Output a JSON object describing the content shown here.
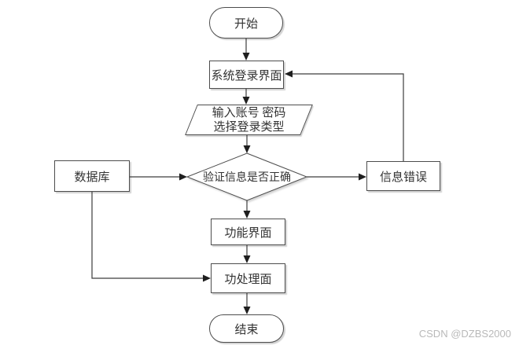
{
  "diagram": {
    "type": "flowchart",
    "nodes": {
      "start": {
        "label": "开始",
        "shape": "terminator"
      },
      "login": {
        "label": "系统登录界面",
        "shape": "process"
      },
      "input": {
        "line1": "输入账号 密码",
        "line2": "选择登录类型",
        "shape": "io-parallelogram"
      },
      "verify": {
        "label": "验证信息是否正确",
        "shape": "decision"
      },
      "database": {
        "label": "数据库",
        "shape": "process"
      },
      "error": {
        "label": "信息错误",
        "shape": "process"
      },
      "function": {
        "label": "功能界面",
        "shape": "process"
      },
      "processing": {
        "label": "功处理面",
        "shape": "process"
      },
      "end": {
        "label": "结束",
        "shape": "terminator"
      }
    },
    "edges": [
      {
        "from": "start",
        "to": "login"
      },
      {
        "from": "login",
        "to": "input"
      },
      {
        "from": "input",
        "to": "verify"
      },
      {
        "from": "database",
        "to": "verify"
      },
      {
        "from": "verify",
        "to": "error"
      },
      {
        "from": "error",
        "to": "login"
      },
      {
        "from": "verify",
        "to": "function"
      },
      {
        "from": "function",
        "to": "processing"
      },
      {
        "from": "database",
        "to": "processing"
      },
      {
        "from": "processing",
        "to": "end"
      }
    ],
    "colors": {
      "shape_border": "#4d4d4d",
      "shape_fill": "#ffffff",
      "connector": "#3d3d3d",
      "arrowhead": "#1f1f1f",
      "text": "#333333",
      "shadow": "#d2d2d2",
      "background": "#ffffff"
    }
  },
  "watermark": {
    "text": "CSDN @DZBS2000",
    "color": "#b9b9b9"
  }
}
